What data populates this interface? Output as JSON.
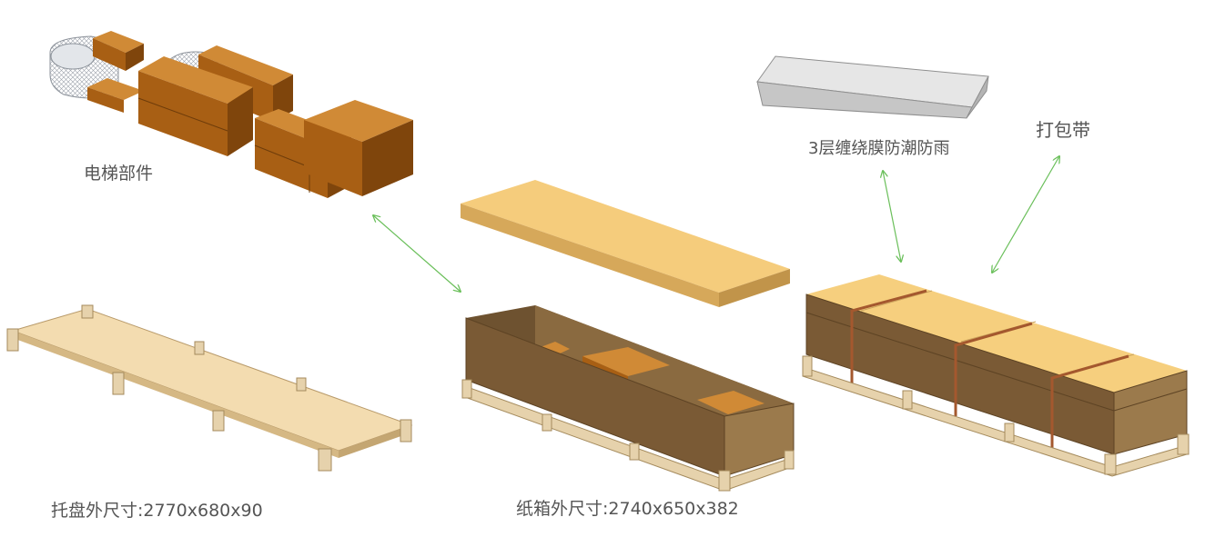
{
  "labels": {
    "elevator_parts": "电梯部件",
    "moisture_film": "3层缠绕膜防潮防雨",
    "strapping": "打包带",
    "pallet_size": "托盘外尺寸:2770x680x90",
    "carton_size": "纸箱外尺寸:2740x650x382"
  },
  "colors": {
    "parts_brown": "#a85f14",
    "cardboard": "#7a5a35",
    "lid": "#f5cc7c",
    "pallet_wood": "#f3dcb0",
    "film": "#d6d6d6",
    "arrow_green": "#6abf5a",
    "strap": "#a4582e"
  }
}
